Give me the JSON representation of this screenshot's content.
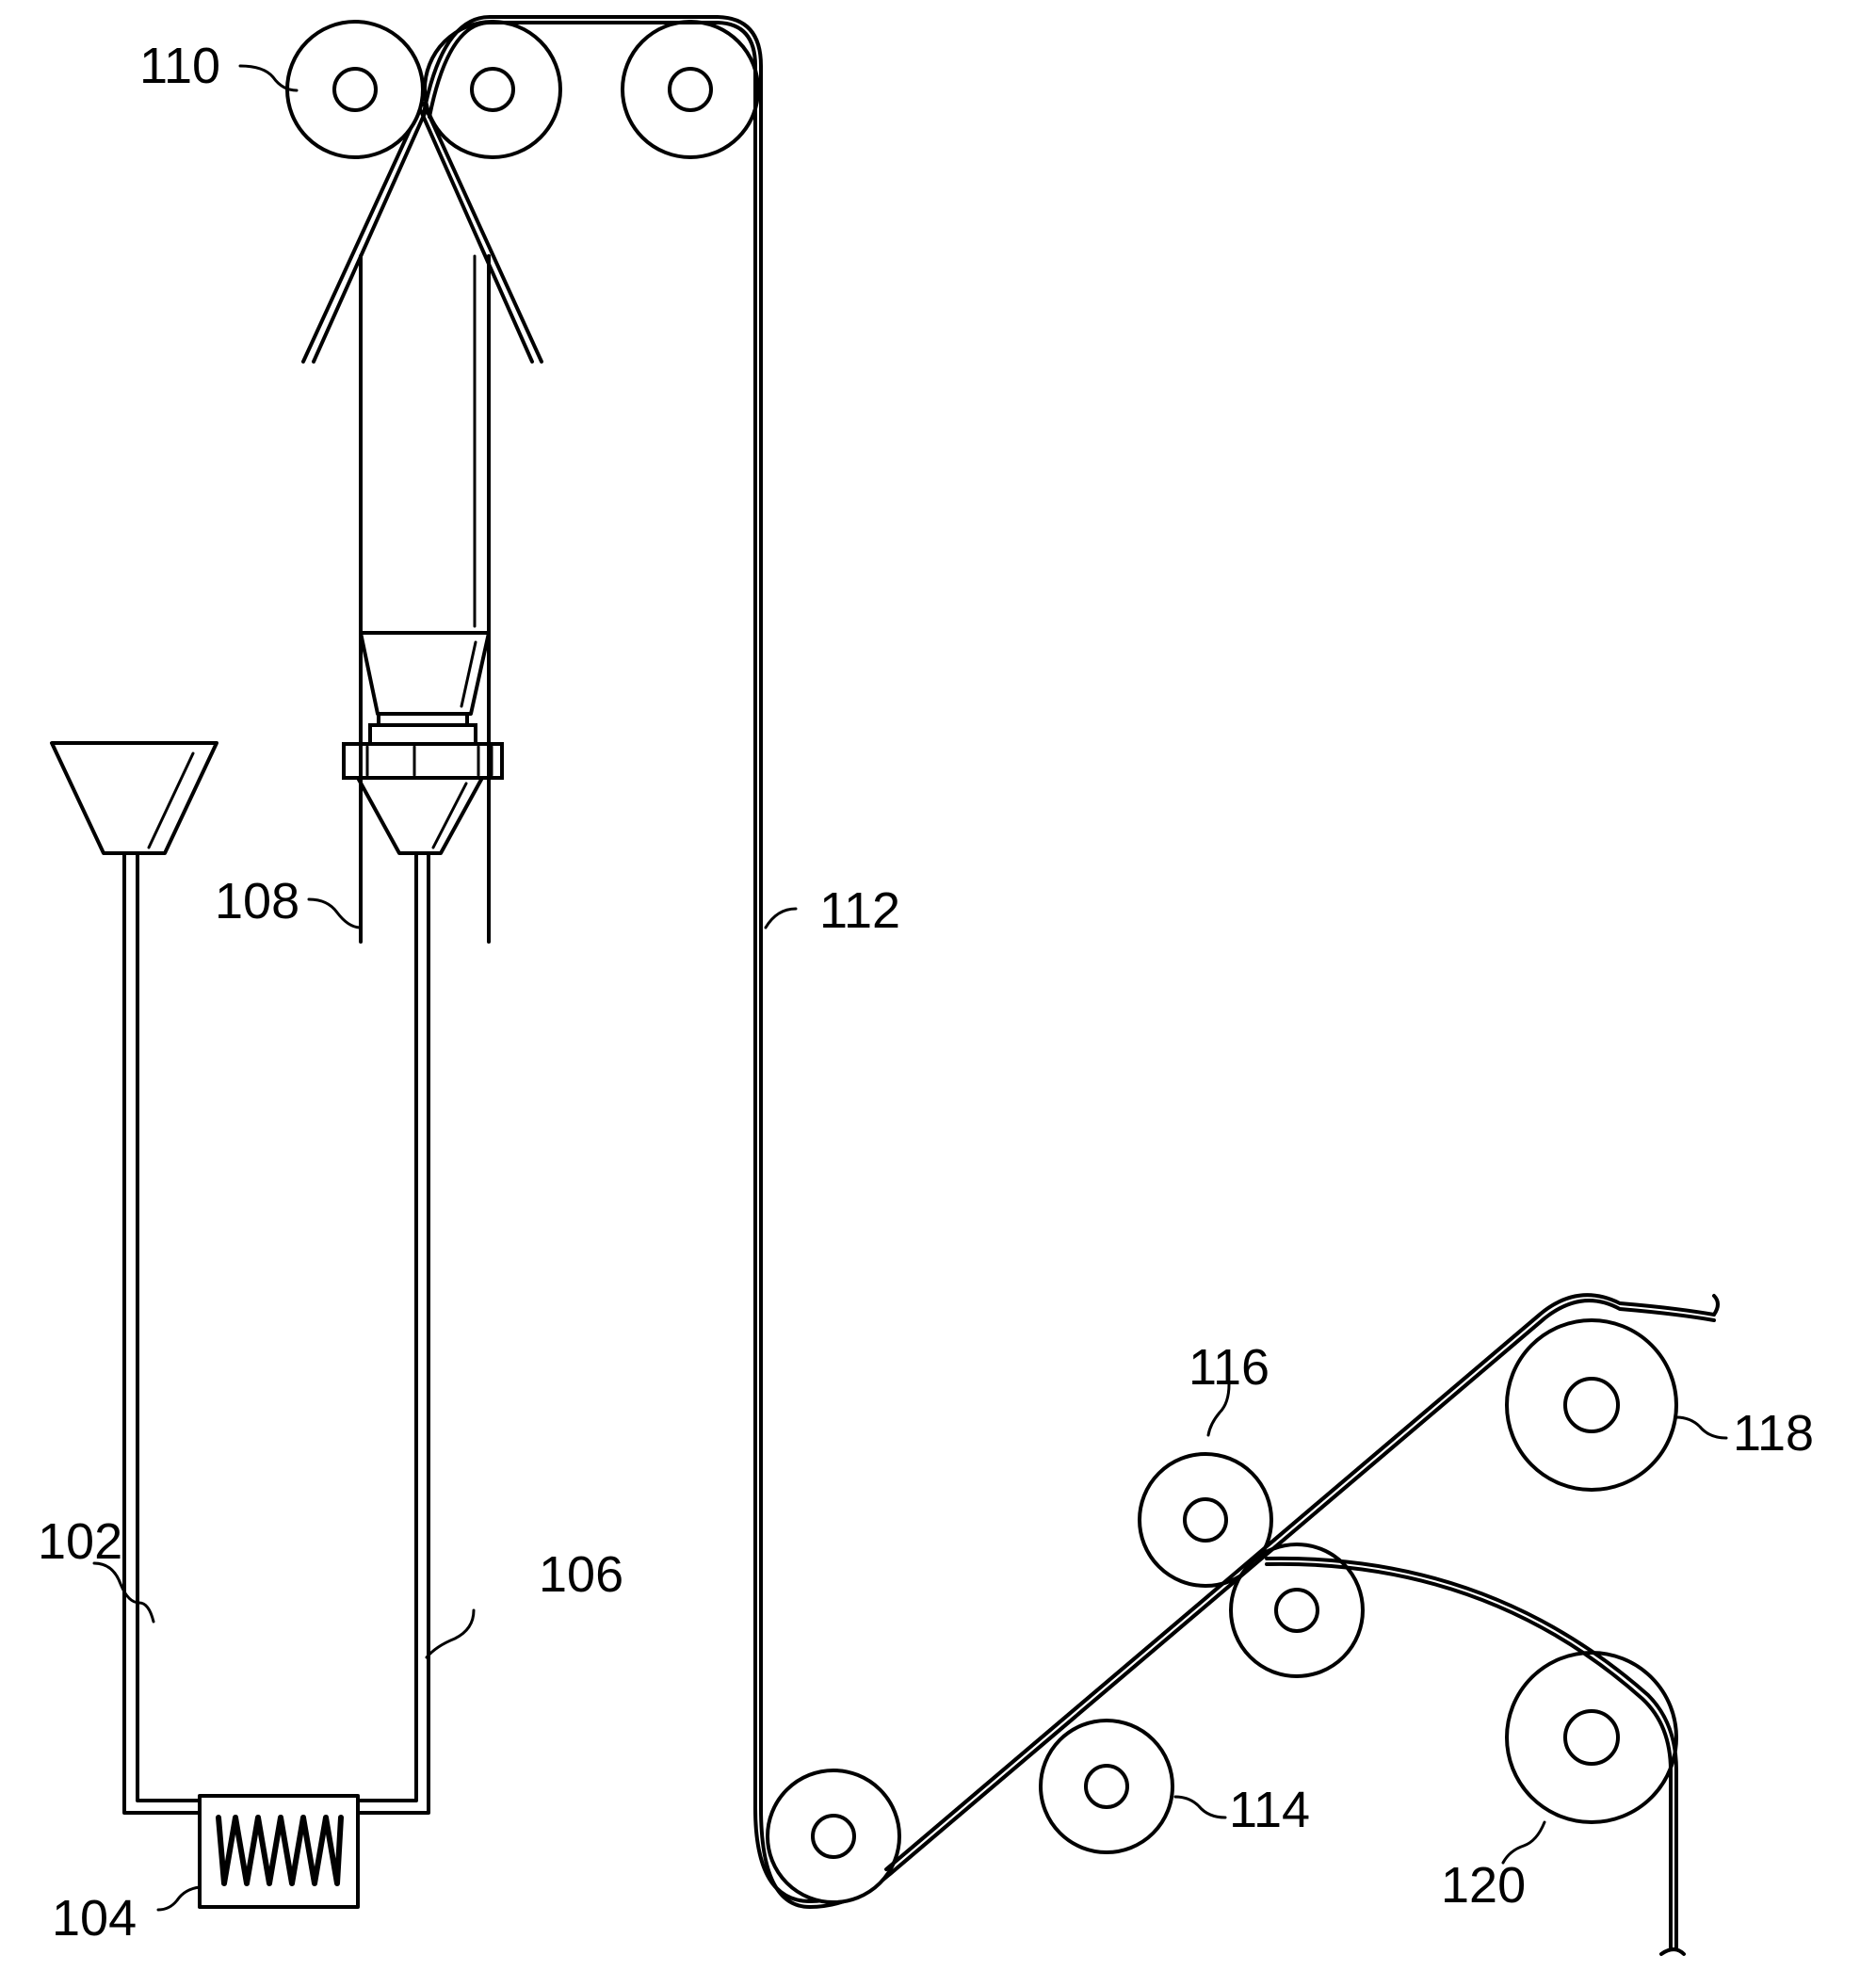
{
  "figure": {
    "labels": {
      "hopper": "102",
      "extruder": "104",
      "die": "106",
      "blown_tube": "108",
      "nip_rolls": "110",
      "film_web": "112",
      "roll_114": "114",
      "roll_116": "116",
      "roll_118": "118",
      "roll_120": "120"
    }
  }
}
